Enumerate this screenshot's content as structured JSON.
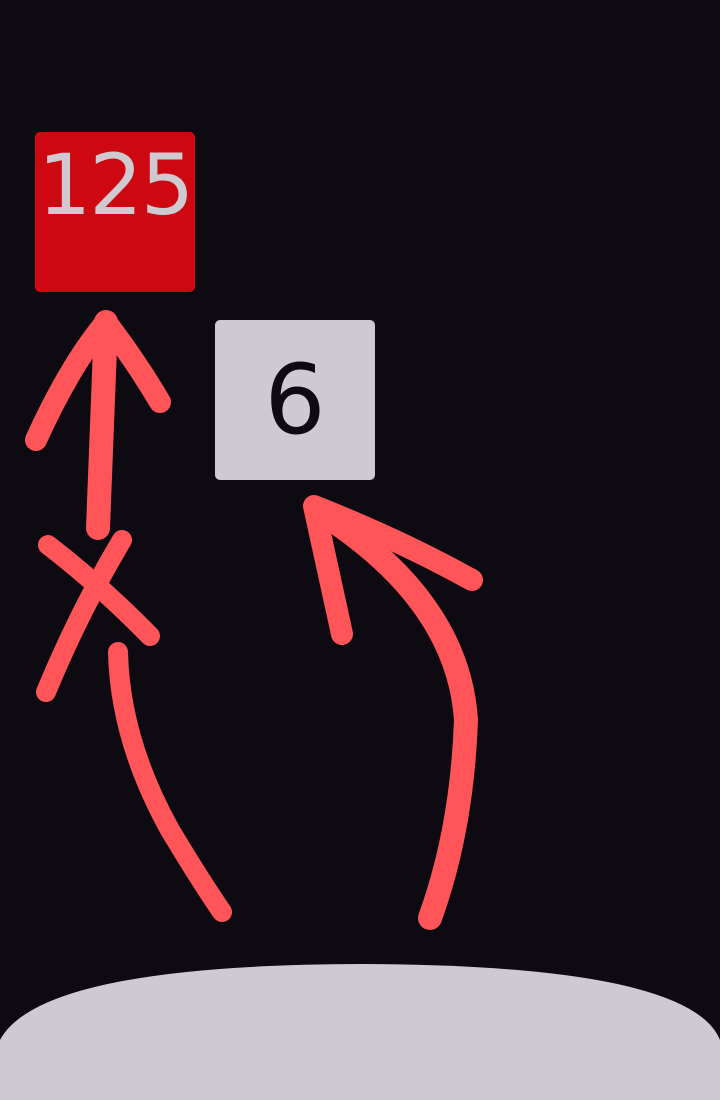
{
  "game": {
    "target_tile": {
      "value": "125",
      "color": "#cd0811",
      "text_color": "#cfc9d1"
    },
    "player_tile": {
      "value": "6",
      "color": "#cfc9d1",
      "text_color": "#0e0a11"
    },
    "background_color": "#0e0a11",
    "platform_color": "#cfc9d1",
    "hint_stroke_color": "#ff5559",
    "hints": [
      {
        "name": "blocked-path",
        "blocked": true
      },
      {
        "name": "allowed-path",
        "blocked": false
      }
    ]
  }
}
